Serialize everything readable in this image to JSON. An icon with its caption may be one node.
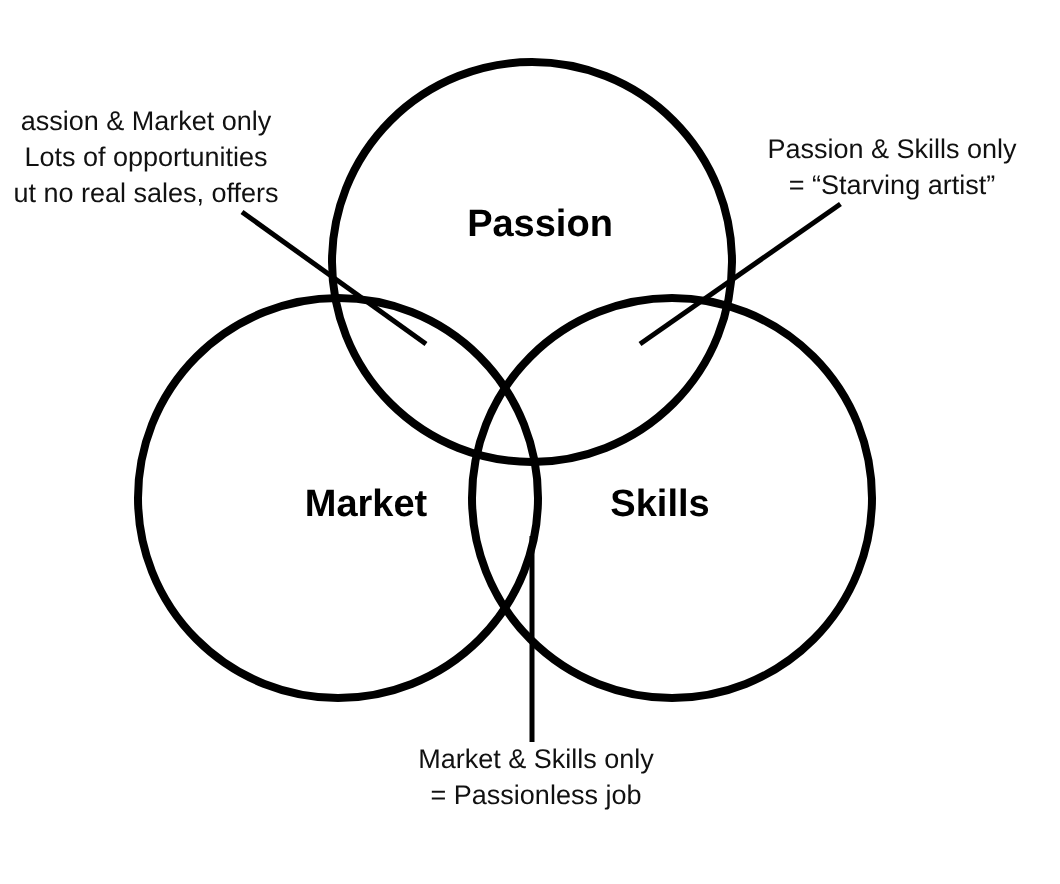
{
  "diagram": {
    "nodes": [
      {
        "text": [
          "Passion"
        ]
      },
      {
        "text": [
          "Market"
        ]
      },
      {
        "text": [
          "Skills"
        ]
      },
      {
        "text": [
          "assion & Market only Lots of opportunities ut no real sales, offers"
        ]
      },
      {
        "text": [
          "Passion & Skills only = “Starving artist”"
        ]
      },
      {
        "text": [
          "Market & Skills only = Passionless job"
        ]
      }
    ],
    "edges": [
      {
        "from": 3,
        "to": 0,
        "arrow": "none"
      },
      {
        "from": 4,
        "to": 0,
        "arrow": "none"
      },
      {
        "from": 5,
        "to": 1,
        "arrow": "none"
      }
    ]
  }
}
